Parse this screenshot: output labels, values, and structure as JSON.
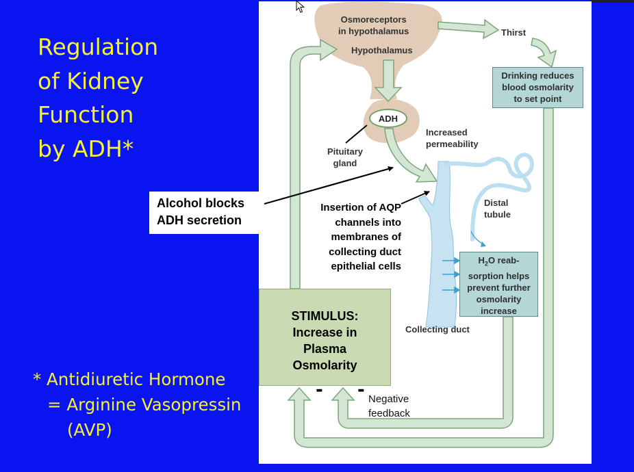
{
  "slide": {
    "title_lines": [
      "Regulation",
      "of Kidney",
      "Function",
      "by ADH*"
    ],
    "footnote_lines": [
      "* Antidiuretic Hormone",
      "= Arginine Vasopressin",
      "(AVP)"
    ]
  },
  "callout": {
    "lines": [
      "Alcohol blocks",
      "ADH secretion"
    ]
  },
  "diagram": {
    "osmoreceptors_lines": [
      "Osmoreceptors",
      "in hypothalamus"
    ],
    "hypothalamus": "Hypothalamus",
    "thirst": "Thirst",
    "drinking_lines": [
      "Drinking reduces",
      "blood osmolarity",
      "to set point"
    ],
    "adh": "ADH",
    "pituitary_lines": [
      "Pituitary",
      "gland"
    ],
    "increased_permeability_lines": [
      "Increased",
      "permeability"
    ],
    "aqp_lines": [
      "Insertion of AQP",
      "channels into",
      "membranes of",
      "collecting duct",
      "epithelial cells"
    ],
    "distal_tubule_lines": [
      "Distal",
      "tubule"
    ],
    "h2o_lines": [
      "H",
      "2",
      "O reab-",
      "sorption helps",
      "prevent further",
      "osmolarity",
      "increase"
    ],
    "collecting_duct": "Collecting duct",
    "stimulus_lines": [
      "STIMULUS:",
      "Increase in",
      "Plasma",
      "Osmolarity"
    ],
    "negative_feedback_lines": [
      "Negative",
      "feedback"
    ],
    "minus_sign": "-"
  },
  "colors": {
    "background": "#0a14f0",
    "title_yellow": "#f5f03a",
    "arrow_fill": "#d3e6d3",
    "arrow_stroke": "#7aa57a",
    "hypothalamus_fill": "#e2ccb8",
    "stimulus_fill": "#cadbb3",
    "teal_box_fill": "#b4d6d6",
    "duct_fill": "#c7e3f2"
  }
}
